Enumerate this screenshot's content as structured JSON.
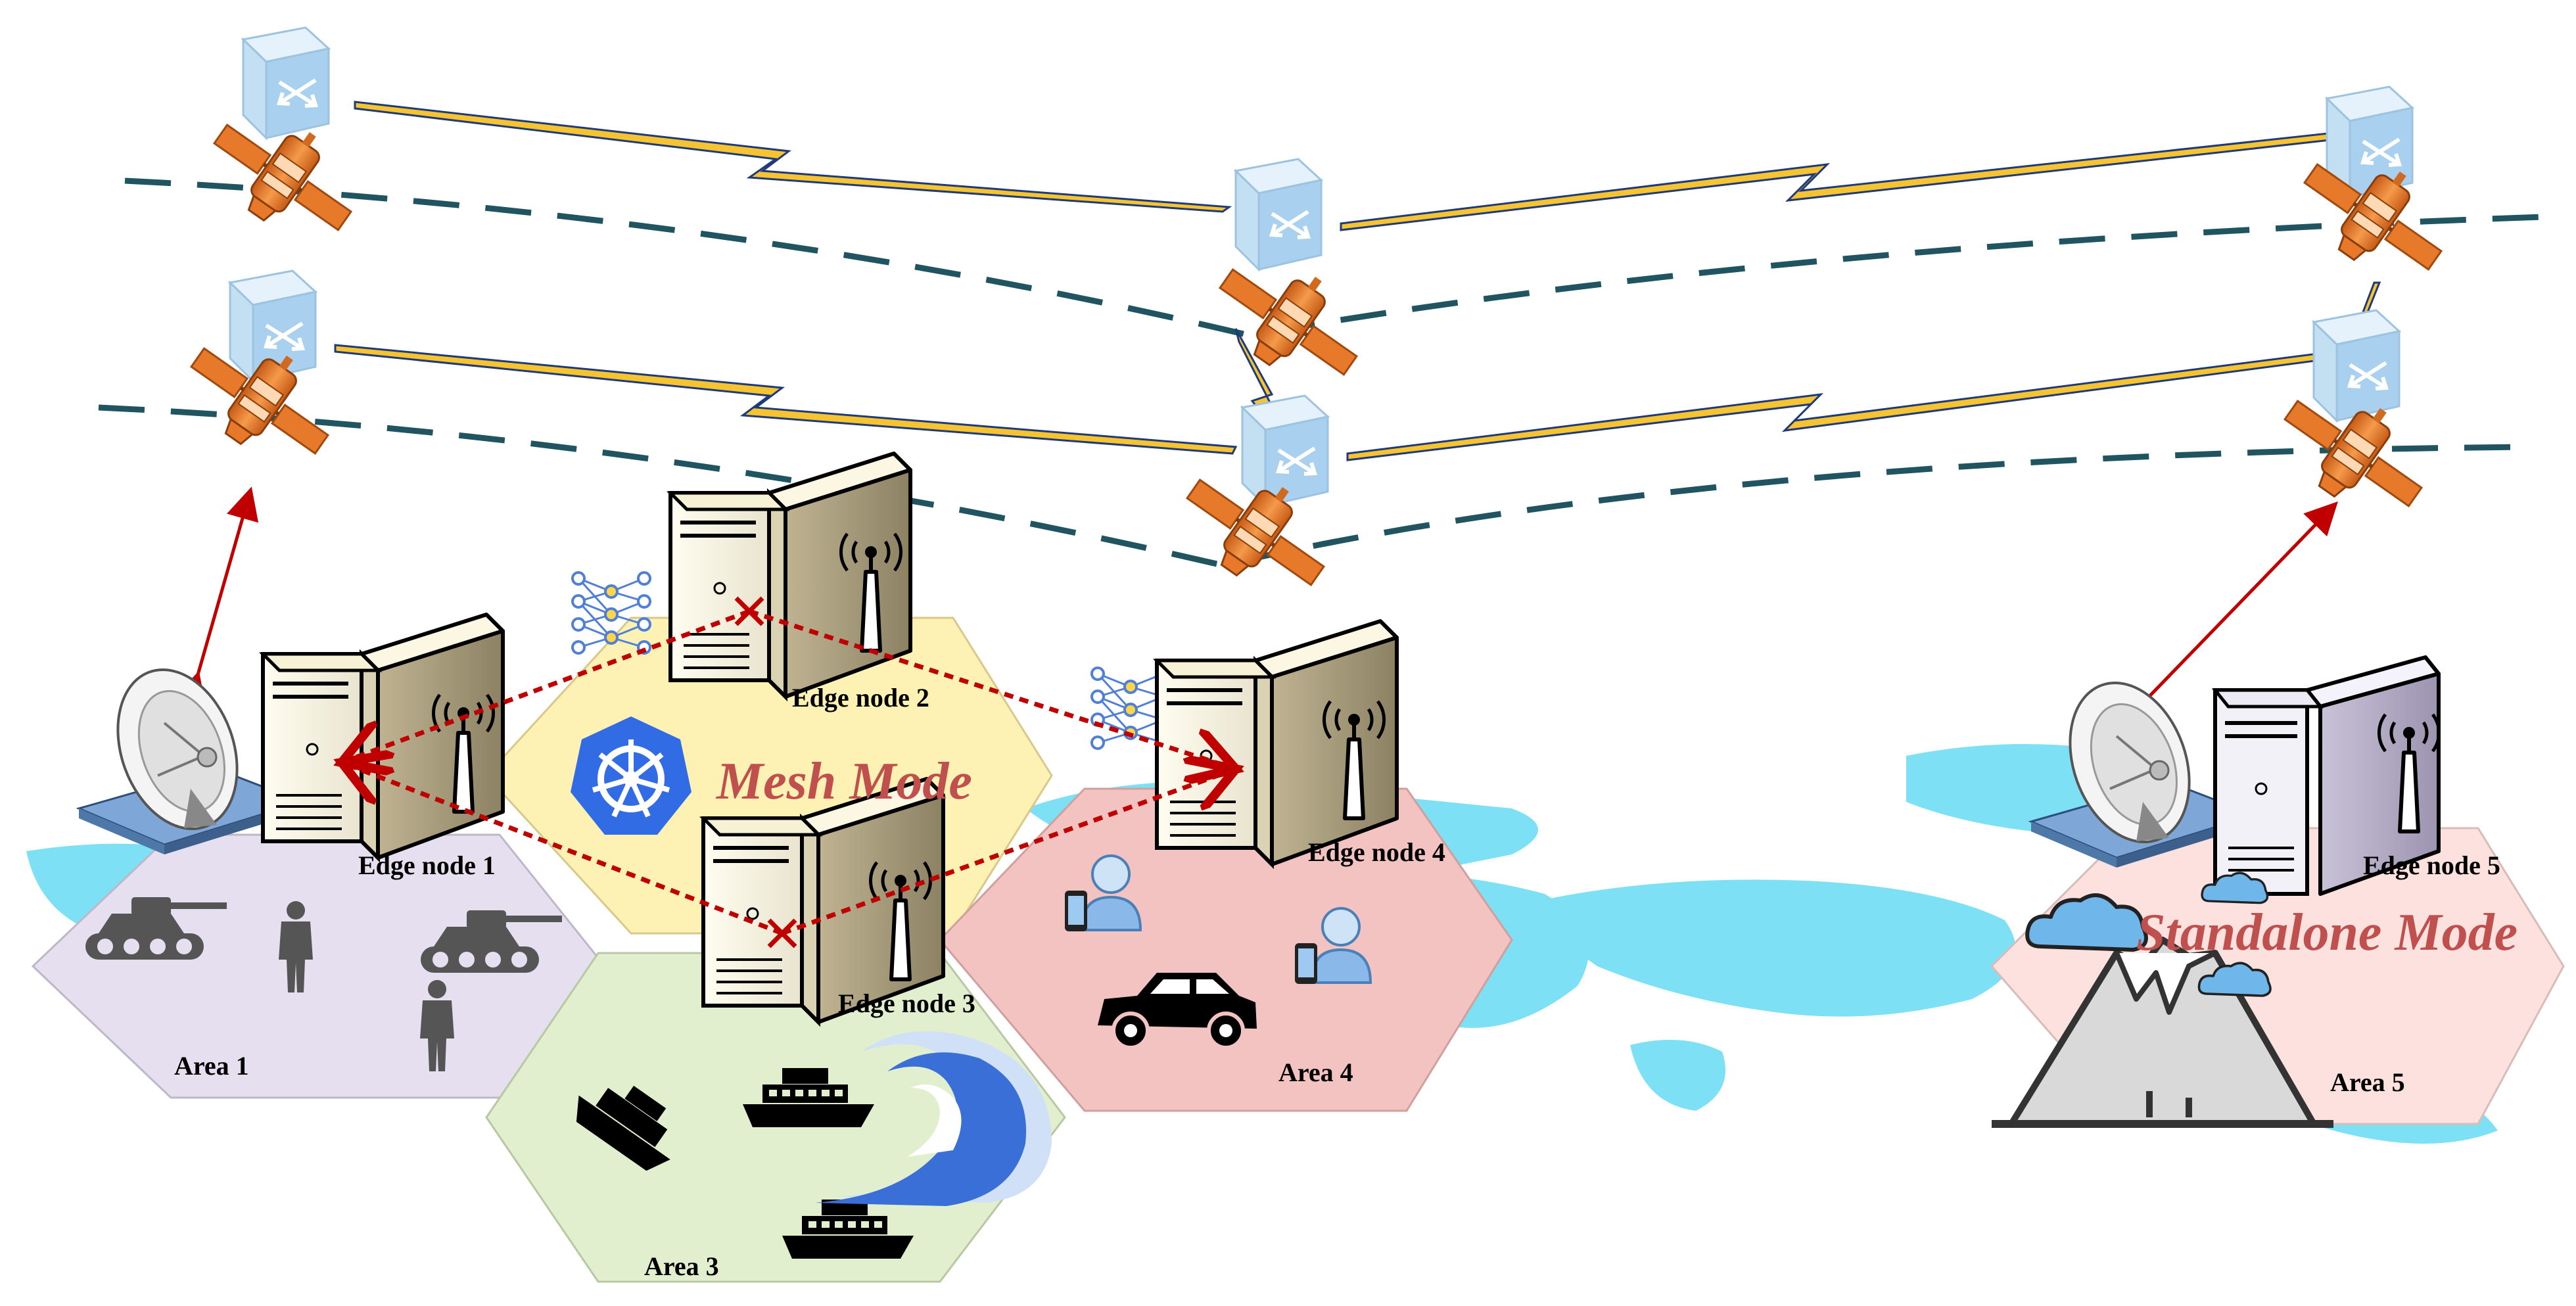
{
  "colors": {
    "mesh_mode": "#c0504d",
    "standalone_mode": "#c0504d",
    "area1_fill": "#e6dff0",
    "area2_fill": "#fdf2b3",
    "area3_fill": "#e2efce",
    "area4_fill": "#f2c3c1",
    "area5_fill": "#fce1de",
    "world_map": "#7ee0f5",
    "orbit": "#1f5460",
    "link_red": "#c00000",
    "lightning": "#f6c431"
  },
  "modes": {
    "mesh": "Mesh Mode",
    "standalone": "Standalone Mode"
  },
  "edge_nodes": [
    {
      "label": "Edge node 1"
    },
    {
      "label": "Edge node 2"
    },
    {
      "label": "Edge node 3"
    },
    {
      "label": "Edge node 4"
    },
    {
      "label": "Edge node 5"
    }
  ],
  "areas": [
    {
      "label": "Area 1"
    },
    {
      "label": "Area 3"
    },
    {
      "label": "Area 4"
    },
    {
      "label": "Area 5"
    }
  ],
  "icons": {
    "satellite": "satellite-icon",
    "router": "router-icon",
    "server": "server-icon",
    "antenna": "antenna-icon",
    "dish": "satellite-dish-icon",
    "kubernetes": "kubernetes-icon",
    "neural_net": "neural-network-icon"
  }
}
